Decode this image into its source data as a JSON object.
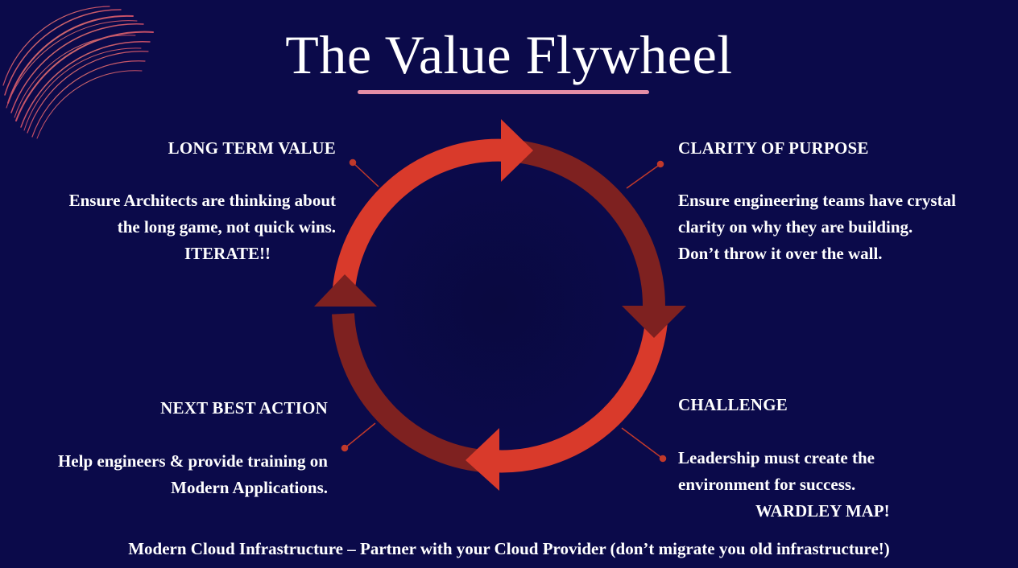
{
  "title": "The Value Flywheel",
  "quadrants": {
    "long_term_value": {
      "heading": "LONG TERM VALUE",
      "lines": [
        "Ensure Architects are thinking about",
        "the long game, not quick wins."
      ],
      "emphasis": "ITERATE!!"
    },
    "clarity_of_purpose": {
      "heading": "CLARITY OF PURPOSE",
      "lines": [
        "Ensure engineering teams have crystal",
        "clarity on why they are building.",
        "Don’t throw it over the wall."
      ]
    },
    "next_best_action": {
      "heading": "NEXT BEST ACTION",
      "lines": [
        "Help engineers & provide training  on",
        "Modern Applications."
      ]
    },
    "challenge": {
      "heading": "CHALLENGE",
      "lines": [
        "Leadership must create the",
        "environment for success."
      ],
      "emphasis": "WARDLEY MAP!"
    }
  },
  "footer": "Modern Cloud Infrastructure – Partner with your Cloud Provider (don’t migrate you old infrastructure!)",
  "colors": {
    "background": "#0b0a4a",
    "arrow_bright": "#d93a2b",
    "arrow_dark": "#7e2120",
    "underline": "#e58ea6",
    "connector": "#c0392b"
  }
}
